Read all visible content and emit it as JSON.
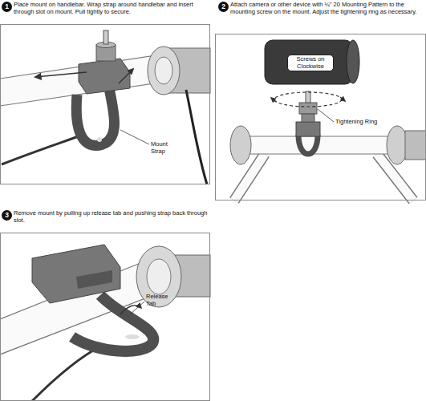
{
  "diagram": {
    "nodes": [
      {
        "text": [
          "1"
        ]
      },
      {
        "text": [
          "Place mount on handlebar. Wrap strap around handlebar and insert through slot on mount. Pull tightly to secure."
        ]
      },
      {
        "text": [
          "2"
        ]
      },
      {
        "text": [
          "Attach camera or other device with ¼\" 20 Mounting Pattern to the mounting screw on the mount. Adjust the tightening ring as necessary."
        ]
      },
      {
        "text": [
          "3"
        ]
      },
      {
        "text": [
          "Remove mount by pulling up release tab and pushing strap back through slot."
        ]
      }
    ],
    "labels": [
      "Mount Strap",
      "Screws on Clockwise",
      "Tightening Ring",
      "Release Tab"
    ]
  }
}
